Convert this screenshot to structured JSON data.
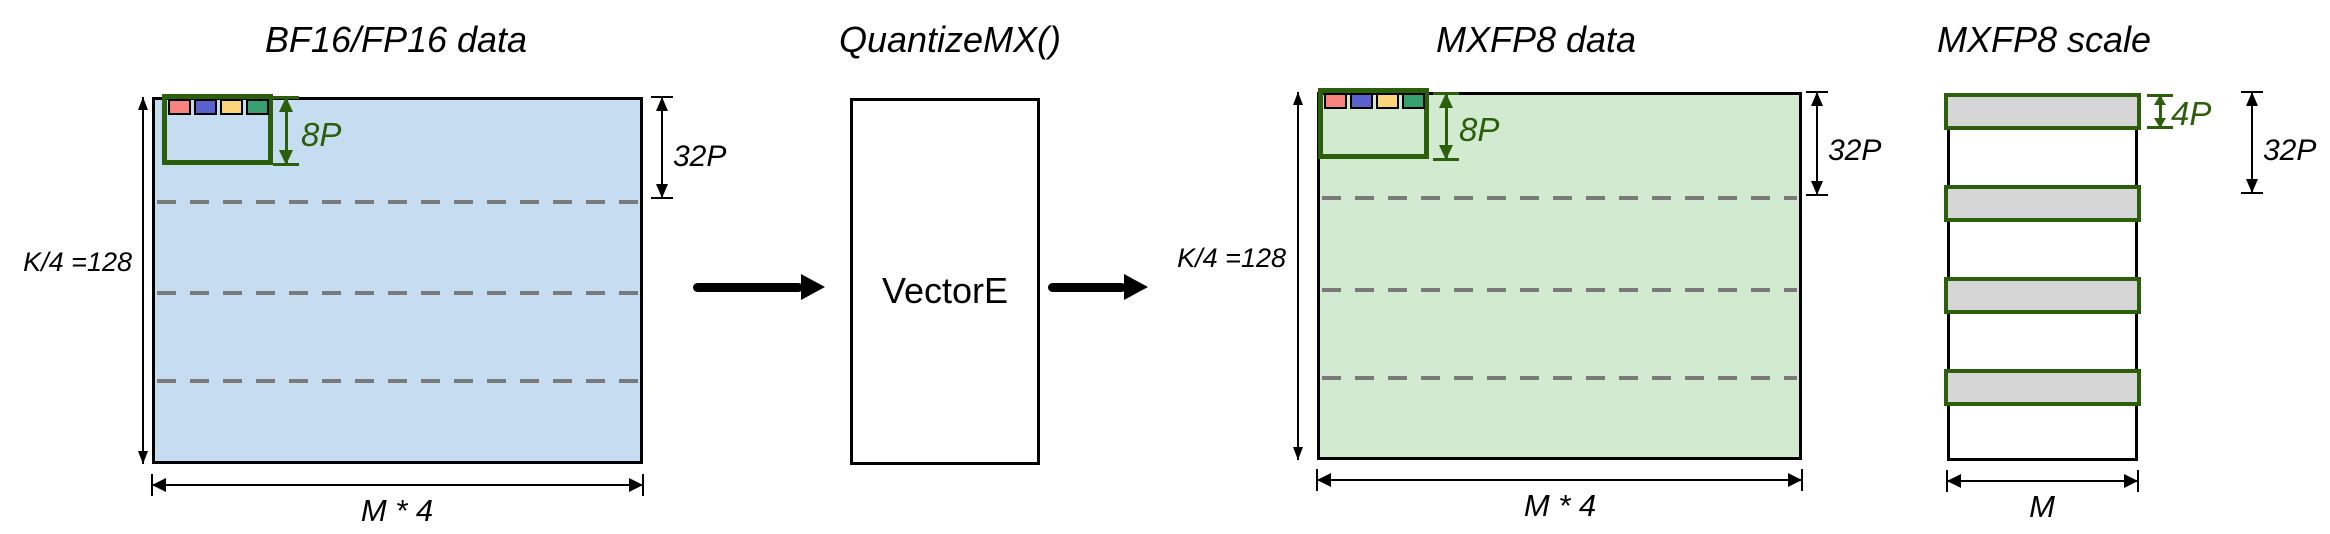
{
  "colors": {
    "bf16_fill": "#c6dcf0",
    "mxfp8_fill": "#d2ebd0",
    "scale_bar_fill": "#d6d6d6",
    "block_outline_green": "#2c5f0b",
    "dash_gray": "#7a7a7a",
    "swatches": [
      "#f8837e",
      "#5a61cf",
      "#fbd47c",
      "#38a06e"
    ]
  },
  "panels": {
    "bf16": {
      "title": "BF16/FP16 data",
      "rows_label": "K/4 =128",
      "block_height_label": "8P",
      "band_height_label": "32P",
      "width_label": "M * 4"
    },
    "quantize": {
      "title": "QuantizeMX()",
      "box_label": "VectorE"
    },
    "mxfp8": {
      "title": "MXFP8 data",
      "rows_label": "K/4 =128",
      "block_height_label": "8P",
      "band_height_label": "32P",
      "width_label": "M * 4"
    },
    "scale": {
      "title": "MXFP8 scale",
      "bar_height_label": "4P",
      "band_height_label": "32P",
      "width_label": "M"
    }
  }
}
